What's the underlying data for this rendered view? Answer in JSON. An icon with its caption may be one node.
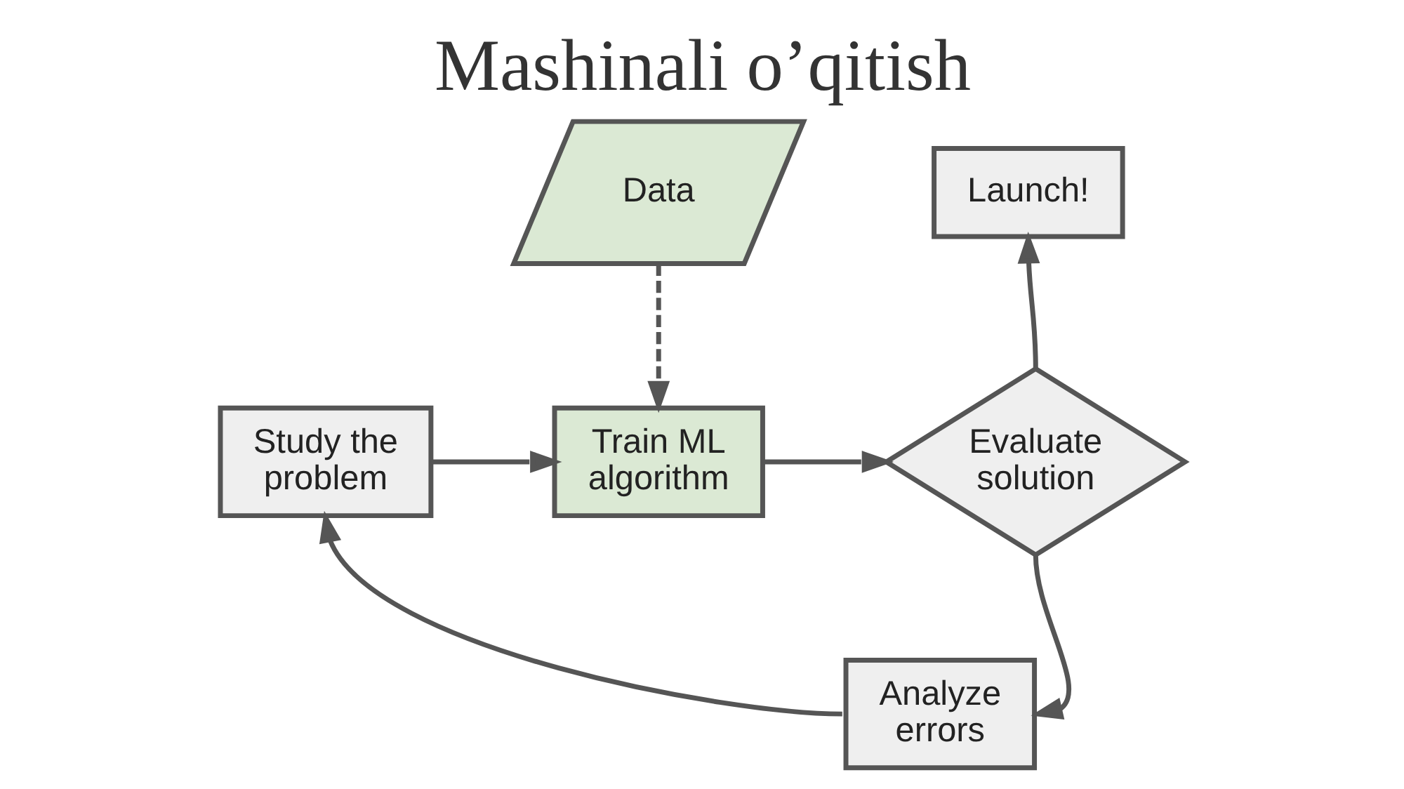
{
  "diagram": {
    "title": "Mashinali o’qitish",
    "nodes": [
      {
        "text": [
          "Data"
        ]
      },
      {
        "text": [
          "Study the problem"
        ]
      },
      {
        "text": [
          "Train ML algorithm"
        ]
      },
      {
        "text": [
          "Evaluate solution"
        ]
      },
      {
        "text": [
          "Launch!"
        ]
      },
      {
        "text": [
          "Analyze errors"
        ]
      }
    ],
    "edges": [
      {
        "from": 0,
        "to": 2,
        "arrow": "to",
        "style": "dashed"
      },
      {
        "from": 1,
        "to": 2,
        "arrow": "to"
      },
      {
        "from": 2,
        "to": 3,
        "arrow": "to"
      },
      {
        "from": 3,
        "to": 4,
        "arrow": "to"
      },
      {
        "from": 3,
        "to": 5,
        "arrow": "to"
      },
      {
        "from": 5,
        "to": 1,
        "arrow": "to"
      }
    ]
  }
}
